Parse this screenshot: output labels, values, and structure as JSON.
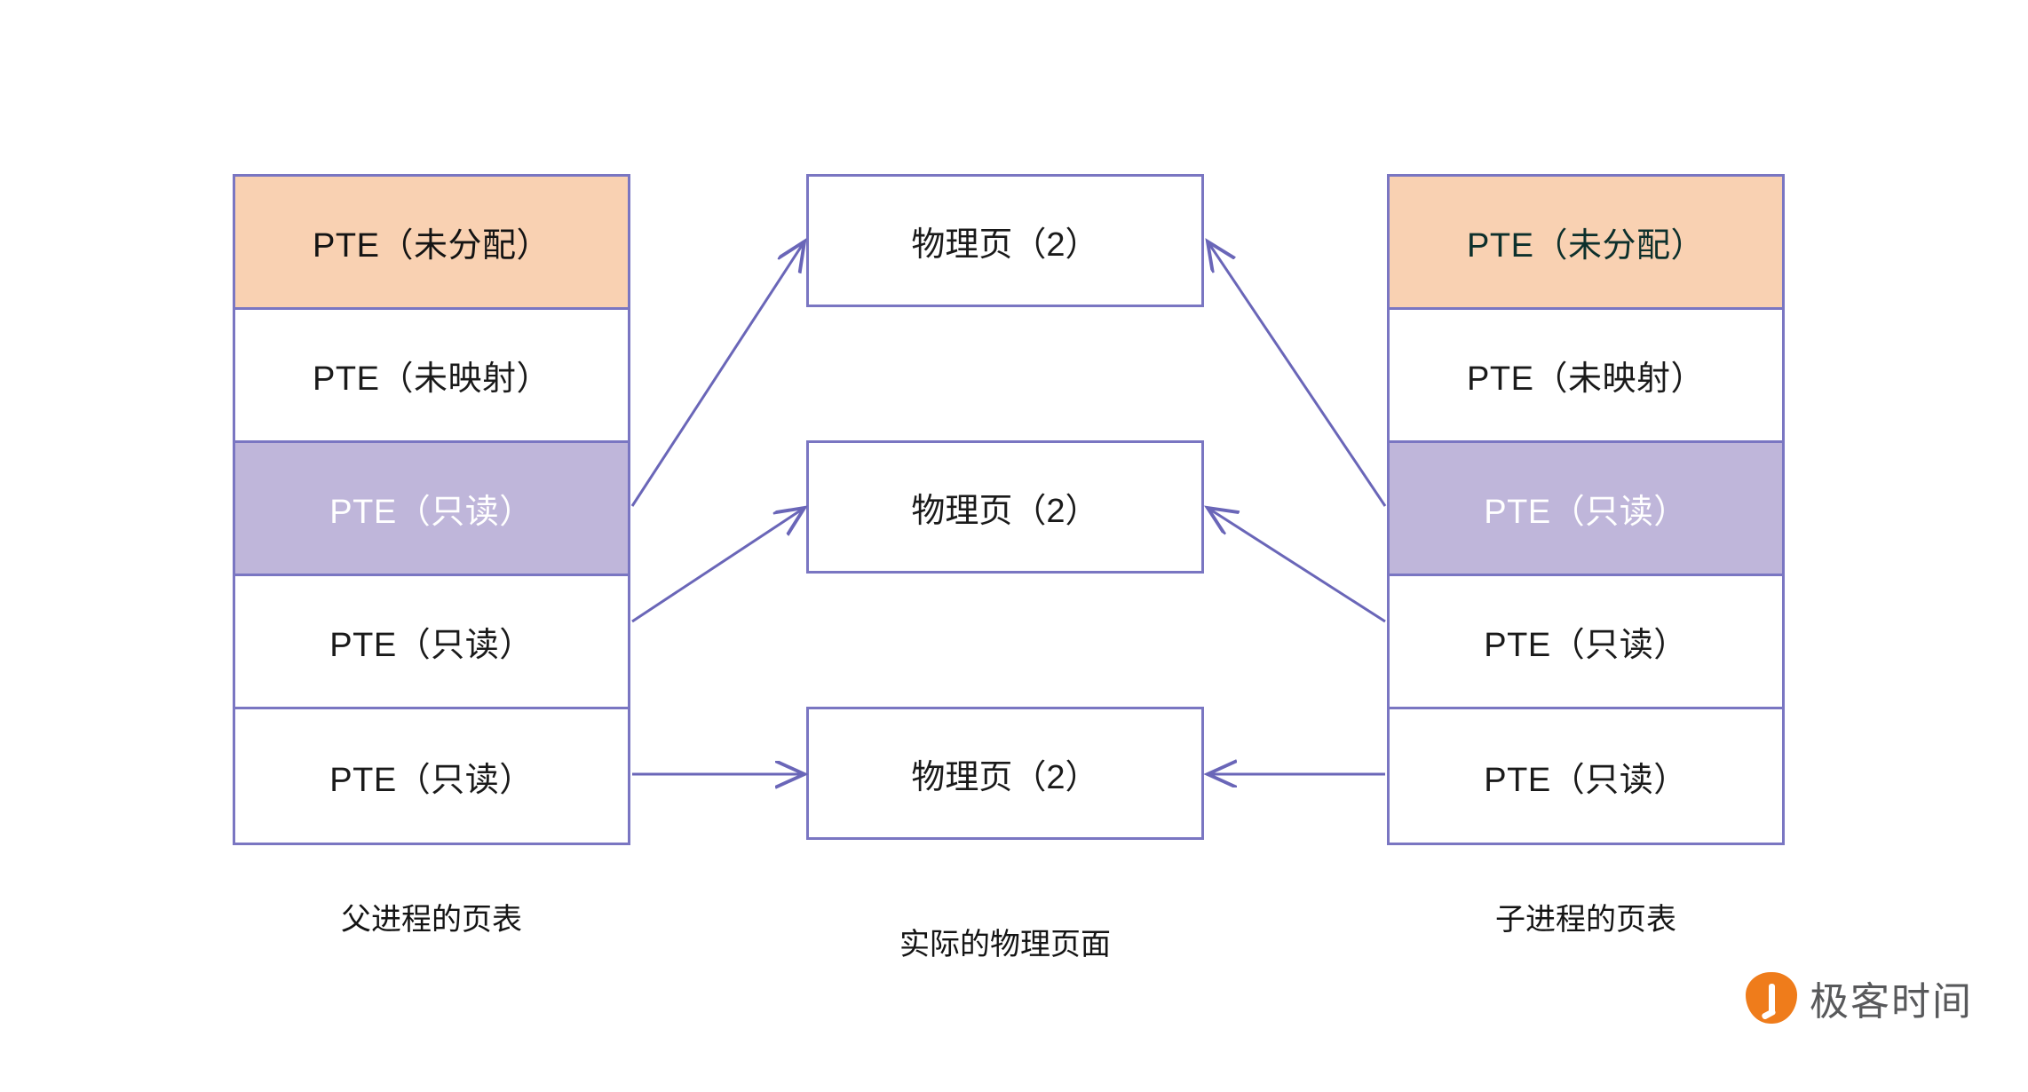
{
  "diagram": {
    "title_implicit": "Copy-on-write page table sharing between parent and child process",
    "colors": {
      "border": "#7a76c2",
      "unallocated_fill": "#f9d1b2",
      "readonly_highlight_fill": "#bfb6da",
      "arrow": "#6a66b8",
      "logo_orange": "#ef7c1b",
      "logo_text": "#58595b"
    }
  },
  "parent_table": {
    "caption": "父进程的页表",
    "rows": [
      {
        "label": "PTE（未分配）",
        "state": "unallocated"
      },
      {
        "label": "PTE（未映射）",
        "state": "unmapped"
      },
      {
        "label": "PTE（只读）",
        "state": "readonly-highlight"
      },
      {
        "label": "PTE（只读）",
        "state": "readonly"
      },
      {
        "label": "PTE（只读）",
        "state": "readonly"
      }
    ]
  },
  "physical_pages": {
    "caption": "实际的物理页面",
    "boxes": [
      {
        "label": "物理页（2）"
      },
      {
        "label": "物理页（2）"
      },
      {
        "label": "物理页（2）"
      }
    ]
  },
  "child_table": {
    "caption": "子进程的页表",
    "rows": [
      {
        "label": "PTE（未分配）",
        "state": "unallocated"
      },
      {
        "label": "PTE（未映射）",
        "state": "unmapped"
      },
      {
        "label": "PTE（只读）",
        "state": "readonly-highlight"
      },
      {
        "label": "PTE（只读）",
        "state": "readonly"
      },
      {
        "label": "PTE（只读）",
        "state": "readonly"
      }
    ]
  },
  "connections": [
    {
      "from": "parent.row3",
      "to": "physical.box1"
    },
    {
      "from": "parent.row4",
      "to": "physical.box2"
    },
    {
      "from": "parent.row5",
      "to": "physical.box3"
    },
    {
      "from": "child.row3",
      "to": "physical.box1"
    },
    {
      "from": "child.row4",
      "to": "physical.box2"
    },
    {
      "from": "child.row5",
      "to": "physical.box3"
    }
  ],
  "watermark": {
    "text": "极客时间",
    "icon": "geekbang-drop-icon"
  }
}
